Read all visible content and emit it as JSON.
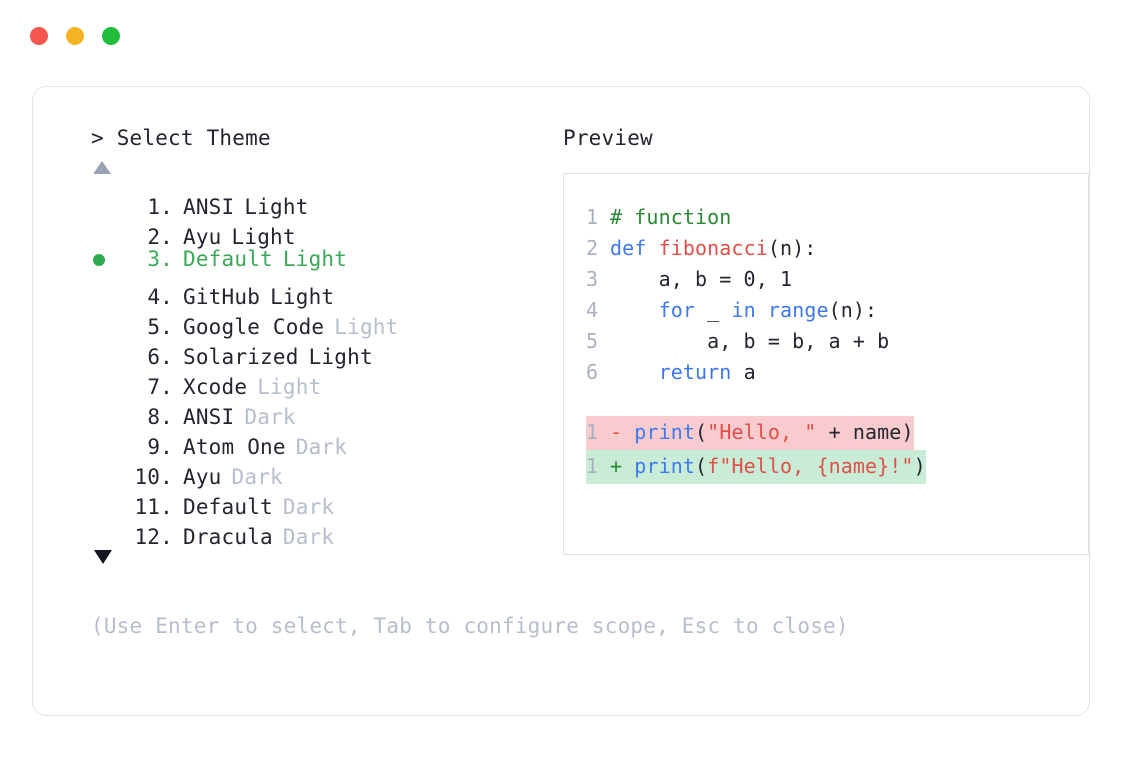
{
  "titlebar": {
    "dots": [
      {
        "name": "close-button",
        "color": "#f4564e"
      },
      {
        "name": "minimize-button",
        "color": "#f5b324"
      },
      {
        "name": "maximize-button",
        "color": "#22bd3d"
      }
    ]
  },
  "selector": {
    "prompt_marker": ">",
    "prompt_label": "Select Theme",
    "scroll_up_icon": "triangle-up-icon",
    "scroll_down_icon": "triangle-down-icon",
    "selected_index": 3,
    "selected_bullet_color": "#2eaa4e",
    "items": [
      {
        "index": "1.",
        "name": "ANSI",
        "variant": "Light",
        "variant_muted": false,
        "selected": false
      },
      {
        "index": "2.",
        "name": "Ayu",
        "variant": "Light",
        "variant_muted": false,
        "selected": false
      },
      {
        "index": "3.",
        "name": "Default",
        "variant": "Light",
        "variant_muted": false,
        "selected": true
      },
      {
        "index": "4.",
        "name": "GitHub",
        "variant": "Light",
        "variant_muted": false,
        "selected": false
      },
      {
        "index": "5.",
        "name": "Google Code",
        "variant": "Light",
        "variant_muted": true,
        "selected": false
      },
      {
        "index": "6.",
        "name": "Solarized",
        "variant": "Light",
        "variant_muted": false,
        "selected": false
      },
      {
        "index": "7.",
        "name": "Xcode",
        "variant": "Light",
        "variant_muted": true,
        "selected": false
      },
      {
        "index": "8.",
        "name": "ANSI",
        "variant": "Dark",
        "variant_muted": true,
        "selected": false
      },
      {
        "index": "9.",
        "name": "Atom One",
        "variant": "Dark",
        "variant_muted": true,
        "selected": false
      },
      {
        "index": "10.",
        "name": "Ayu",
        "variant": "Dark",
        "variant_muted": true,
        "selected": false
      },
      {
        "index": "11.",
        "name": "Default",
        "variant": "Dark",
        "variant_muted": true,
        "selected": false
      },
      {
        "index": "12.",
        "name": "Dracula",
        "variant": "Dark",
        "variant_muted": true,
        "selected": false
      }
    ]
  },
  "preview": {
    "label": "Preview",
    "code_lines": [
      {
        "ln": "1",
        "tokens": [
          {
            "t": "# function",
            "c": "comment"
          }
        ]
      },
      {
        "ln": "2",
        "tokens": [
          {
            "t": "def ",
            "c": "kw"
          },
          {
            "t": "fibonacci",
            "c": "fn"
          },
          {
            "t": "(n):",
            "c": "plain"
          }
        ]
      },
      {
        "ln": "3",
        "tokens": [
          {
            "t": "    a, b = 0, 1",
            "c": "plain"
          }
        ]
      },
      {
        "ln": "4",
        "tokens": [
          {
            "t": "    ",
            "c": "plain"
          },
          {
            "t": "for",
            "c": "kw"
          },
          {
            "t": " _ ",
            "c": "plain"
          },
          {
            "t": "in",
            "c": "kw"
          },
          {
            "t": " ",
            "c": "plain"
          },
          {
            "t": "range",
            "c": "kw"
          },
          {
            "t": "(n):",
            "c": "plain"
          }
        ]
      },
      {
        "ln": "5",
        "tokens": [
          {
            "t": "        a, b = b, a + b",
            "c": "plain"
          }
        ]
      },
      {
        "ln": "6",
        "tokens": [
          {
            "t": "    ",
            "c": "plain"
          },
          {
            "t": "return",
            "c": "kw"
          },
          {
            "t": " a",
            "c": "plain"
          }
        ]
      }
    ],
    "diff_lines": [
      {
        "kind": "del",
        "ln": "1",
        "sign": "-",
        "tokens": [
          {
            "t": "print",
            "c": "kw"
          },
          {
            "t": "(",
            "c": "plain"
          },
          {
            "t": "\"Hello, \"",
            "c": "str"
          },
          {
            "t": " + name)",
            "c": "plain"
          }
        ]
      },
      {
        "kind": "add",
        "ln": "1",
        "sign": "+",
        "tokens": [
          {
            "t": "print",
            "c": "kw"
          },
          {
            "t": "(",
            "c": "plain"
          },
          {
            "t": "f\"Hello, {name}!\"",
            "c": "str"
          },
          {
            "t": ")",
            "c": "plain"
          }
        ]
      }
    ],
    "diff_del_bg": "#f8ccce",
    "diff_add_bg": "#c9ecd7"
  },
  "footer": {
    "hint": "(Use Enter to select, Tab to configure scope, Esc to close)"
  }
}
